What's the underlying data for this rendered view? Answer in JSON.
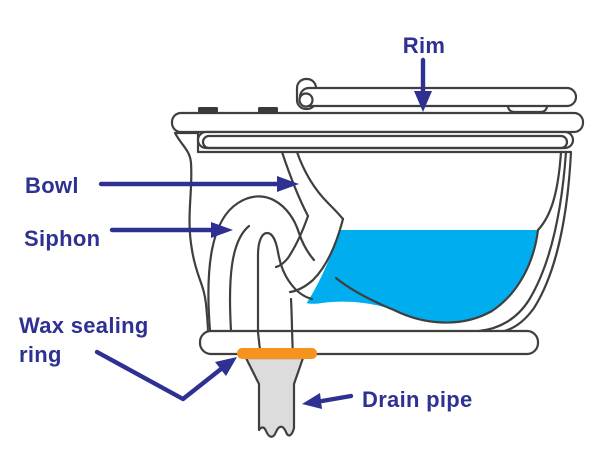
{
  "title": "Toilet cross-section diagram",
  "colors": {
    "background": "#ffffff",
    "outline": "#3f3f3f",
    "label": "#2E3192",
    "water": "#00AEEF",
    "wax": "#F6921E",
    "pipe": "#DCDCDC",
    "hinge_dark": "#3a3a3a"
  },
  "labels": {
    "rim": "Rim",
    "bowl": "Bowl",
    "siphon": "Siphon",
    "wax_line1": "Wax sealing",
    "wax_line2": "ring",
    "drain": "Drain pipe"
  }
}
